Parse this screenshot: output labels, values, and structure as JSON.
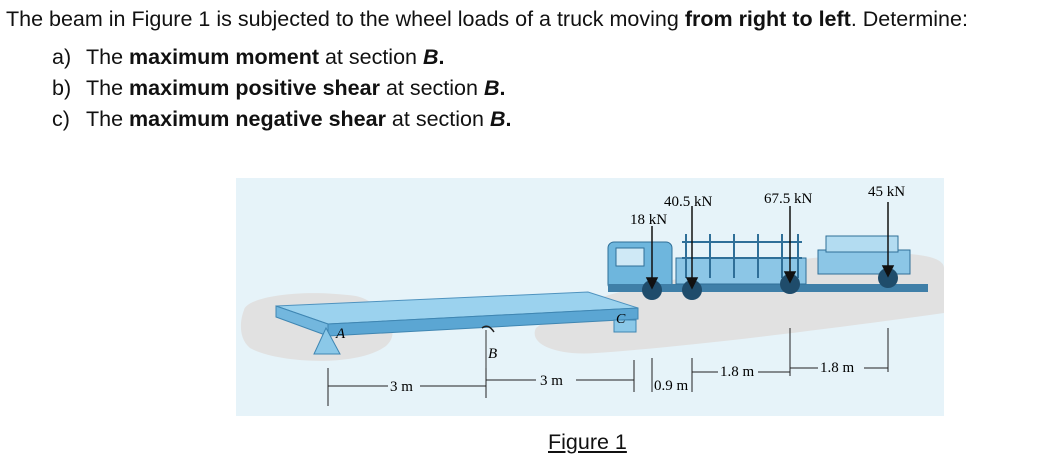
{
  "problem": {
    "intro_text_1": "The beam in Figure 1 is subjected to the wheel loads of a truck moving ",
    "intro_bold": "from right to left",
    "intro_text_2": ". Determine:",
    "items": [
      {
        "marker": "a)",
        "pre": "The ",
        "bold": "maximum moment",
        "post": " at section ",
        "section": "B",
        "end": "."
      },
      {
        "marker": "b)",
        "pre": "The ",
        "bold": "maximum positive shear",
        "post": " at section ",
        "section": "B",
        "end": "."
      },
      {
        "marker": "c)",
        "pre": "The ",
        "bold": "maximum negative shear",
        "post": " at section ",
        "section": "B",
        "end": "."
      }
    ]
  },
  "figure": {
    "loads": [
      "18 kN",
      "40.5 kN",
      "67.5 kN",
      "45 kN"
    ],
    "points": [
      "A",
      "B",
      "C"
    ],
    "dimensions": [
      "3 m",
      "3 m",
      "0.9 m",
      "1.8 m",
      "1.8 m"
    ],
    "caption": "Figure 1",
    "colors": {
      "background": "#e6f3f9",
      "beam": "#7fc3e6",
      "truck": "#6eb6dd",
      "ground": "#e1e1e1"
    }
  }
}
